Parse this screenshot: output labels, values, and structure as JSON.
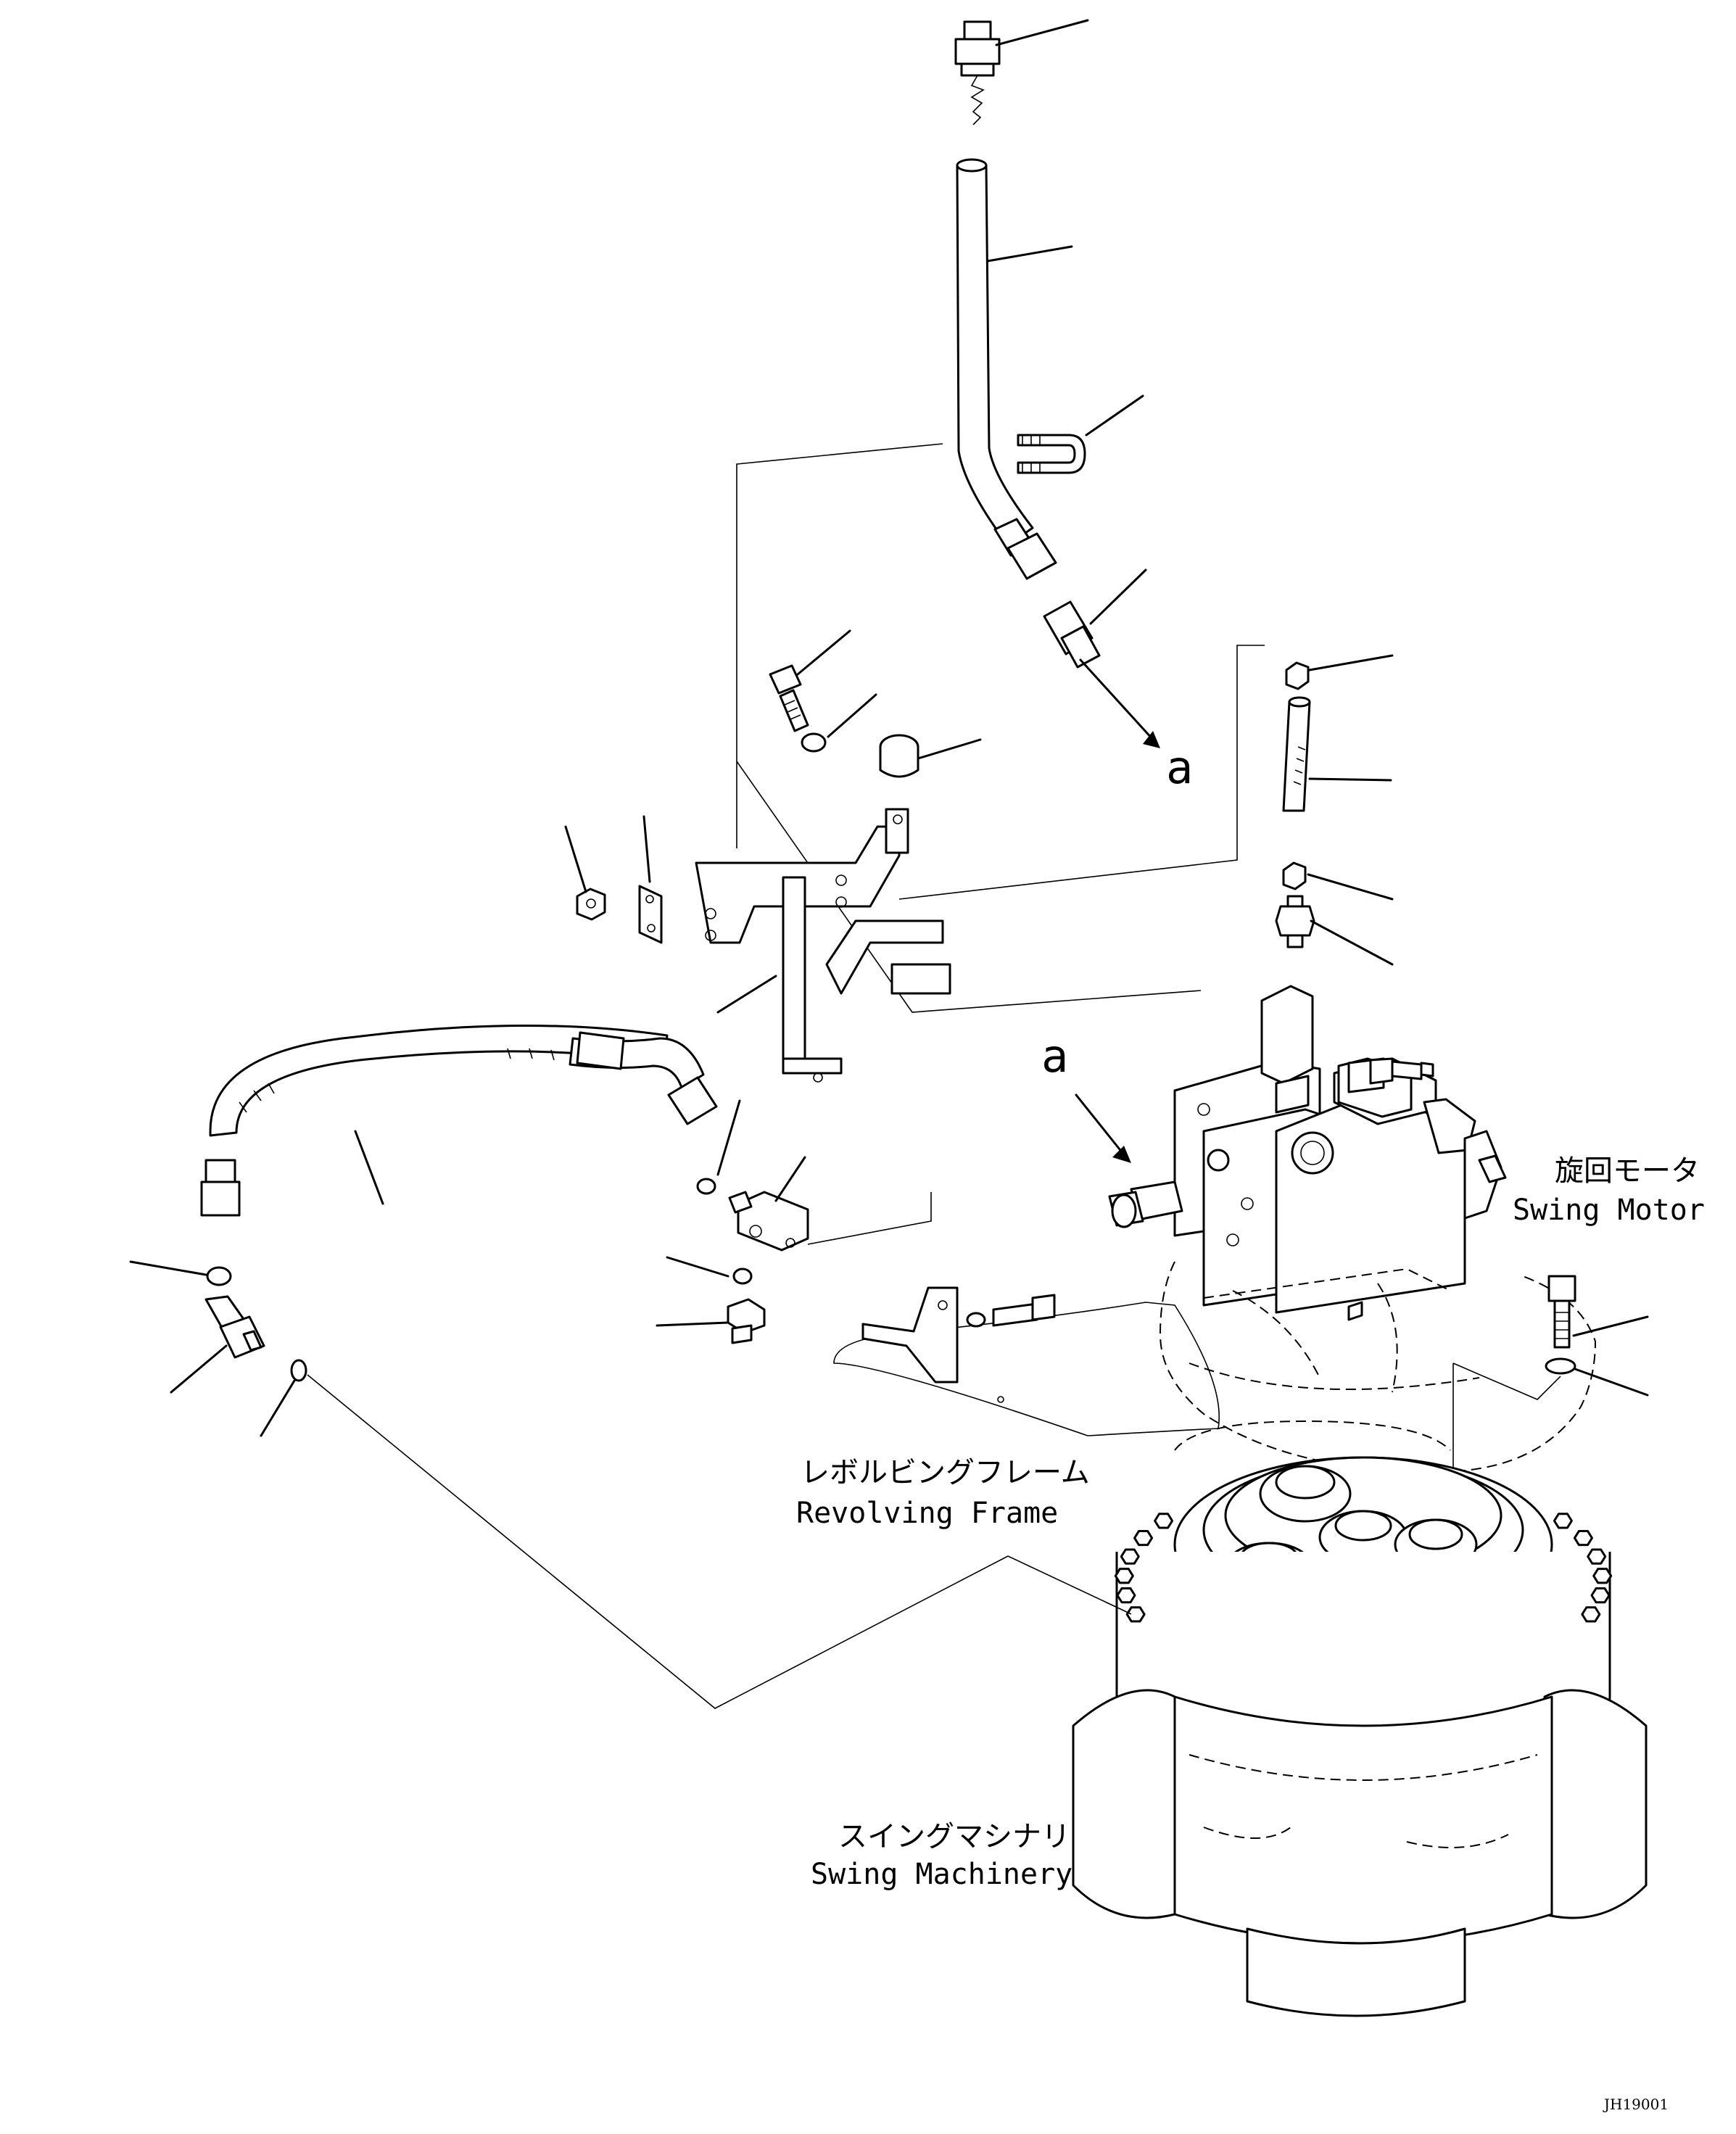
{
  "labels": {
    "swing_motor_jp": "旋回モータ",
    "swing_motor_en": "Swing Motor",
    "revolving_frame_jp": "レボルビングフレーム",
    "revolving_frame_en": "Revolving Frame",
    "swing_machinery_jp": "スイングマシナリ",
    "swing_machinery_en": "Swing Machinery",
    "ref_a_top": "a",
    "ref_a_motor": "a",
    "drawing_code": "JH19001"
  },
  "icons": [
    "hose-icon",
    "bracket-icon",
    "motor-icon",
    "gearbox-icon",
    "fitting-icon",
    "bolt-icon",
    "washer-icon"
  ]
}
